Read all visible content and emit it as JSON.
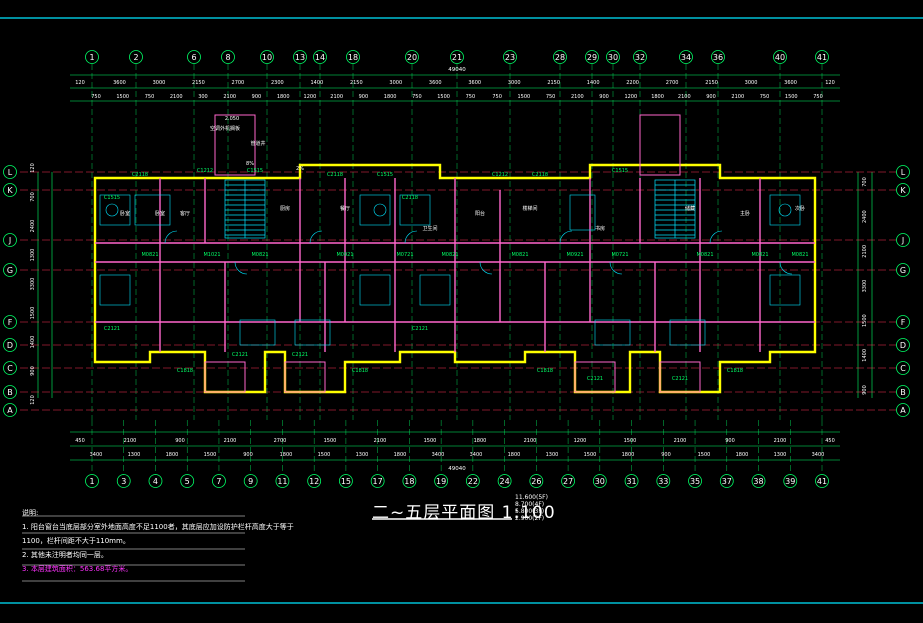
{
  "title": "二~五层平面图 1:100",
  "elevations": [
    "11.600(5F)",
    "8.700(4F)",
    "5.800(3F)",
    "2.900(2F)"
  ],
  "notes": {
    "heading": "说明:",
    "lines": [
      "1. 阳台窗台当底层部分室外地面高度不足1100者，其底层应加设防护栏杆高度大于等于",
      "1100，栏杆间距不大于110mm。",
      "2. 其他未注明者均同一层。"
    ],
    "area": "3. 本层建筑面积：563.68平方米。"
  },
  "grid_top": [
    "1",
    "2",
    "6",
    "8",
    "10",
    "13",
    "14",
    "18",
    "20",
    "21",
    "23",
    "28",
    "29",
    "30",
    "32",
    "34",
    "36",
    "40",
    "41"
  ],
  "grid_bottom": [
    "1",
    "3",
    "4",
    "5",
    "7",
    "9",
    "11",
    "12",
    "15",
    "17",
    "18",
    "19",
    "22",
    "24",
    "26",
    "27",
    "30",
    "31",
    "33",
    "35",
    "37",
    "38",
    "39",
    "41"
  ],
  "grid_rows": [
    "L",
    "K",
    "J",
    "G",
    "F",
    "D",
    "C",
    "B",
    "A"
  ],
  "dim_total": "49040",
  "dims_top_1": [
    "120",
    "3600",
    "3000",
    "2150",
    "2700",
    "2300",
    "1400",
    "2150",
    "3000",
    "3600",
    "3600",
    "3000",
    "2150",
    "1400",
    "2200",
    "2700",
    "2150",
    "3000",
    "3600",
    "120"
  ],
  "dims_top_2": [
    "750",
    "1500",
    "750",
    "2100",
    "300",
    "2100",
    "900",
    "1800",
    "1200",
    "2100",
    "900",
    "1800",
    "750",
    "1500",
    "750",
    "750",
    "1500",
    "750",
    "2100",
    "900",
    "1200",
    "1800",
    "2100",
    "900",
    "2100",
    "750",
    "1500",
    "750"
  ],
  "dims_bottom_1": [
    "450",
    "2100",
    "900",
    "2100",
    "2700",
    "1500",
    "2100",
    "1500",
    "1800",
    "2100",
    "1200",
    "1500",
    "2100",
    "900",
    "2100",
    "450"
  ],
  "dims_bottom_2": [
    "3400",
    "1300",
    "1800",
    "1500",
    "900",
    "1800",
    "1500",
    "1300",
    "1800",
    "3400",
    "3400",
    "1800",
    "1300",
    "1500",
    "1800",
    "900",
    "1500",
    "1800",
    "1300",
    "3400"
  ],
  "dims_left": [
    "120",
    "700",
    "2400",
    "1300",
    "3300",
    "1500",
    "1400",
    "900",
    "120"
  ],
  "dims_right": [
    "700",
    "2400",
    "2100",
    "3300",
    "1500",
    "1400",
    "900"
  ],
  "labels_windows": [
    "C2118",
    "C1515",
    "C1212",
    "C1515",
    "C2118",
    "C1515",
    "C2118",
    "C1212",
    "C2118",
    "C1515",
    "C2121",
    "C2121",
    "C2121",
    "C2121",
    "C2121",
    "C2121",
    "C1818",
    "C1818",
    "C1818",
    "C1818"
  ],
  "labels_doors": [
    "M0821",
    "M1021",
    "M0821",
    "M0921",
    "M0721",
    "M0821",
    "M0821",
    "M0921",
    "M0721",
    "M0821",
    "M0821",
    "M0821"
  ],
  "room_labels": [
    "卧室",
    "卧室",
    "客厅",
    "厨房",
    "餐厅",
    "卫生间",
    "阳台",
    "书房",
    "楼梯间",
    "主卧",
    "次卧",
    "储藏"
  ],
  "axis_notes": [
    "空调外机搁板",
    "管道井",
    "8%",
    "2%",
    "2.050"
  ]
}
